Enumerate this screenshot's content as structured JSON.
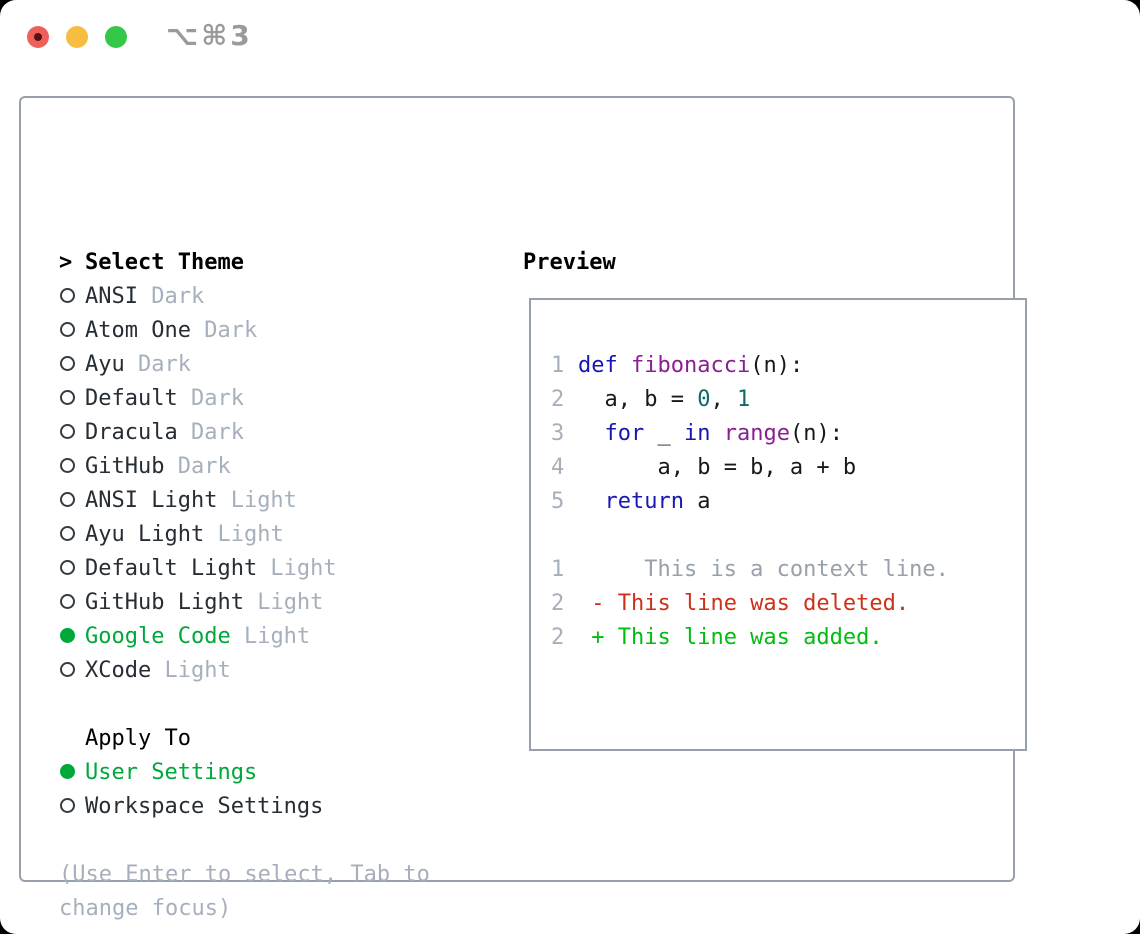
{
  "window": {
    "title": "⌥⌘3"
  },
  "theme_panel": {
    "header_marker": ">",
    "header_label": "Select Theme",
    "themes": [
      {
        "name": "ANSI",
        "variant": "Dark",
        "selected": false
      },
      {
        "name": "Atom One",
        "variant": "Dark",
        "selected": false
      },
      {
        "name": "Ayu",
        "variant": "Dark",
        "selected": false
      },
      {
        "name": "Default",
        "variant": "Dark",
        "selected": false
      },
      {
        "name": "Dracula",
        "variant": "Dark",
        "selected": false
      },
      {
        "name": "GitHub",
        "variant": "Dark",
        "selected": false
      },
      {
        "name": "ANSI Light",
        "variant": "Light",
        "selected": false
      },
      {
        "name": "Ayu Light",
        "variant": "Light",
        "selected": false
      },
      {
        "name": "Default Light",
        "variant": "Light",
        "selected": false
      },
      {
        "name": "GitHub Light",
        "variant": "Light",
        "selected": false
      },
      {
        "name": "Google Code",
        "variant": "Light",
        "selected": true
      },
      {
        "name": "XCode",
        "variant": "Light",
        "selected": false
      }
    ],
    "apply_to_label": "Apply To",
    "apply_options": [
      {
        "name": "User Settings",
        "selected": true
      },
      {
        "name": "Workspace Settings",
        "selected": false
      }
    ],
    "hint": "(Use Enter to select, Tab to change focus)"
  },
  "preview": {
    "title": "Preview",
    "code_lines": [
      {
        "num": "1",
        "tokens": [
          {
            "text": "def ",
            "type": "kw"
          },
          {
            "text": "fibonacci",
            "type": "fn"
          },
          {
            "text": "(n):",
            "type": "pl"
          }
        ]
      },
      {
        "num": "2",
        "tokens": [
          {
            "text": "  a, b = ",
            "type": "pl"
          },
          {
            "text": "0",
            "type": "lit"
          },
          {
            "text": ", ",
            "type": "pl"
          },
          {
            "text": "1",
            "type": "lit"
          }
        ]
      },
      {
        "num": "3",
        "tokens": [
          {
            "text": "  ",
            "type": "pl"
          },
          {
            "text": "for",
            "type": "kw"
          },
          {
            "text": " _ ",
            "type": "pl"
          },
          {
            "text": "in",
            "type": "kw"
          },
          {
            "text": " ",
            "type": "pl"
          },
          {
            "text": "range",
            "type": "fn"
          },
          {
            "text": "(n):",
            "type": "pl"
          }
        ]
      },
      {
        "num": "4",
        "tokens": [
          {
            "text": "      a, b = b, a + b",
            "type": "pl"
          }
        ]
      },
      {
        "num": "5",
        "tokens": [
          {
            "text": "  ",
            "type": "pl"
          },
          {
            "text": "return",
            "type": "kw"
          },
          {
            "text": " a",
            "type": "pl"
          }
        ]
      }
    ],
    "diff_lines": [
      {
        "num": "1",
        "kind": "context",
        "text": "     This is a context line."
      },
      {
        "num": "2",
        "kind": "deleted",
        "text": " - This line was deleted."
      },
      {
        "num": "2",
        "kind": "added",
        "text": " + This line was added."
      }
    ]
  },
  "colors": {
    "accent_green": "#00a83c",
    "added_green": "#00bd0f",
    "deleted_red": "#cd3118",
    "keyword_blue": "#1717b3",
    "function_purple": "#8b1e94",
    "literal_teal": "#0d6a68",
    "muted_gray": "#a6b0bc",
    "context_gray": "#98a0a9",
    "text_dark": "#272d34",
    "border_gray": "#98a1ab",
    "title_gray": "#9a9a9a",
    "traffic_red": "#f0605a",
    "traffic_red_dot": "#571311",
    "traffic_yellow": "#f7bd40",
    "traffic_green": "#35c748"
  }
}
